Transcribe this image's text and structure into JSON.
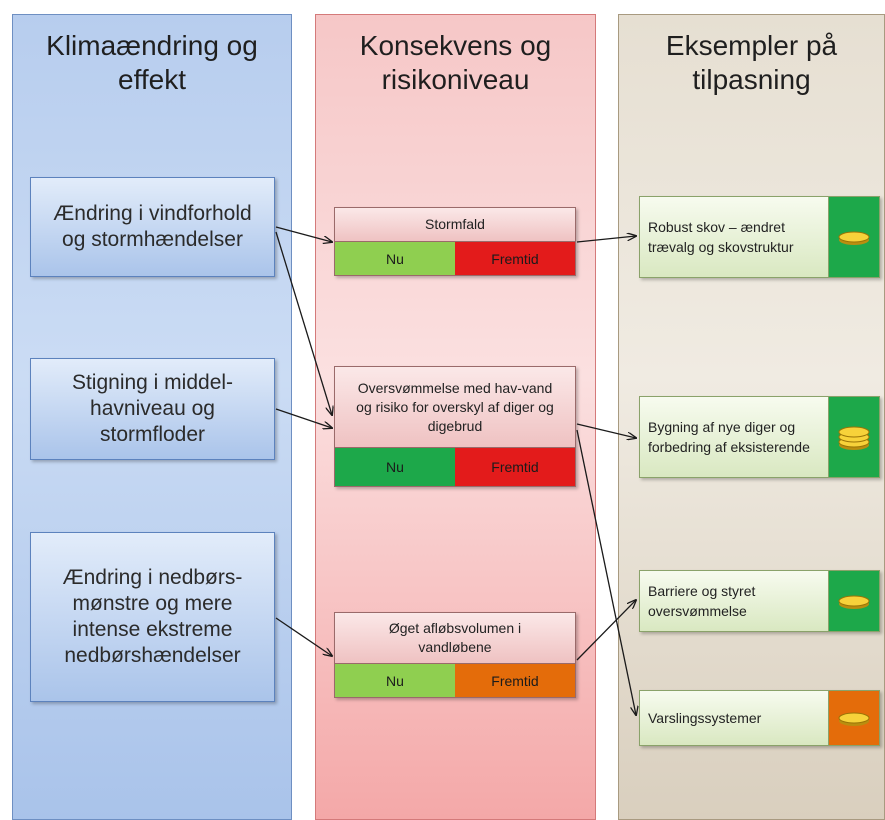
{
  "columns": {
    "effect_title": "Klimaændring og effekt",
    "consequence_title": "Konsekvens og risikoniveau",
    "adaptation_title": "Eksempler på tilpasning"
  },
  "effects": [
    {
      "label": "Ændring i vindforhold og stormhændelser"
    },
    {
      "label": "Stigning i middel-havniveau og stormfloder"
    },
    {
      "label": "Ændring i nedbørs-mønstre og mere intense ekstreme nedbørshændelser"
    }
  ],
  "consequences": [
    {
      "title": "Stormfald",
      "now_label": "Nu",
      "future_label": "Fremtid",
      "now_color": "#8fcf50",
      "future_color": "#e31b1b"
    },
    {
      "title": "Oversvømmelse med hav-vand og risiko for overskyl af diger og digebrud",
      "now_label": "Nu",
      "future_label": "Fremtid",
      "now_color": "#1da84a",
      "future_color": "#e31b1b"
    },
    {
      "title": "Øget afløbsvolumen i vandløbene",
      "now_label": "Nu",
      "future_label": "Fremtid",
      "now_color": "#8fcf50",
      "future_color": "#e46c0a"
    }
  ],
  "adaptations": [
    {
      "label": "Robust skov – ændret trævalg og skovstruktur",
      "cost_color": "#1da84a",
      "coins": 1
    },
    {
      "label": "Bygning af nye diger og forbedring af eksisterende",
      "cost_color": "#1da84a",
      "coins": 3
    },
    {
      "label": "Barriere og styret oversvømmelse",
      "cost_color": "#1da84a",
      "coins": 1
    },
    {
      "label": "Varslingssystemer",
      "cost_color": "#e46c0a",
      "coins": 1
    }
  ]
}
